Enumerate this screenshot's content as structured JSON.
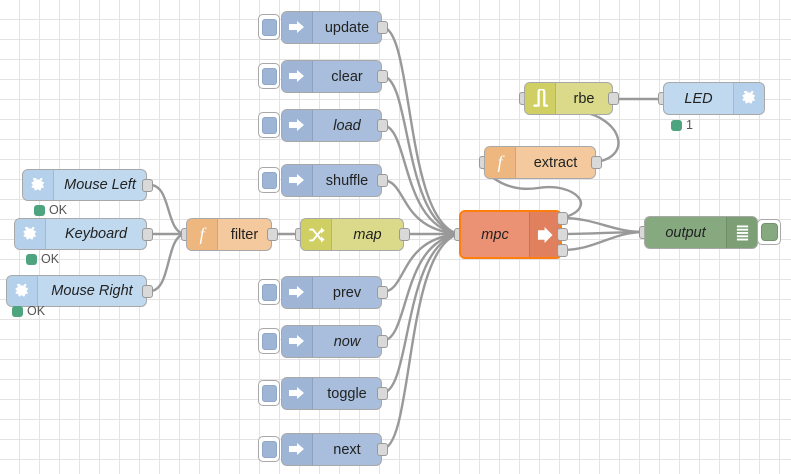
{
  "app": {
    "name": "node-red-flow-editor",
    "canvas_background": "#ffffff",
    "grid_color": "#e3e3e3",
    "grid_size": 20,
    "wire_color": "#999999"
  },
  "palette": {
    "inject_color": "#a9bedc",
    "rpi_color": "#c0d9ef",
    "function_color": "#f3c99d",
    "change_color": "#dada8a",
    "rbe_color": "#dada8a",
    "mpc_color": "#ea9273",
    "mpc_selected_border": "#ff7f0e",
    "debug_color": "#87a980",
    "status_ok_color": "#4ea47e"
  },
  "nodes": {
    "inject": [
      {
        "id": "update",
        "label": "update",
        "italic": false,
        "icon": "inject-arrow-icon"
      },
      {
        "id": "clear",
        "label": "clear",
        "italic": false,
        "icon": "inject-arrow-icon"
      },
      {
        "id": "load",
        "label": "load",
        "italic": true,
        "icon": "inject-arrow-icon"
      },
      {
        "id": "shuffle",
        "label": "shuffle",
        "italic": false,
        "icon": "inject-arrow-icon"
      },
      {
        "id": "prev",
        "label": "prev",
        "italic": false,
        "icon": "inject-arrow-icon"
      },
      {
        "id": "now",
        "label": "now",
        "italic": true,
        "icon": "inject-arrow-icon"
      },
      {
        "id": "toggle",
        "label": "toggle",
        "italic": false,
        "icon": "inject-arrow-icon"
      },
      {
        "id": "next",
        "label": "next",
        "italic": false,
        "icon": "inject-arrow-icon"
      }
    ],
    "rpi_inputs": [
      {
        "id": "mouse-left",
        "label": "Mouse Left",
        "italic": true,
        "icon": "raspberry-pi-icon",
        "status": "OK"
      },
      {
        "id": "keyboard",
        "label": "Keyboard",
        "italic": true,
        "icon": "raspberry-pi-icon",
        "status": "OK"
      },
      {
        "id": "mouse-right",
        "label": "Mouse Right",
        "italic": true,
        "icon": "raspberry-pi-icon",
        "status": "OK"
      }
    ],
    "filter": {
      "label": "filter",
      "italic": false,
      "icon": "function-f-icon"
    },
    "map": {
      "label": "map",
      "italic": true,
      "icon": "shuffle-arrows-icon"
    },
    "extract": {
      "label": "extract",
      "italic": false,
      "icon": "function-f-icon"
    },
    "rbe": {
      "label": "rbe",
      "italic": false,
      "icon": "step-pulse-icon"
    },
    "mpc": {
      "label": "mpc",
      "italic": true,
      "icon": "play-arrow-icon",
      "selected": true,
      "outputs": 3
    },
    "led": {
      "label": "LED",
      "italic": true,
      "icon": "raspberry-pi-icon",
      "status": "1"
    },
    "output": {
      "label": "output",
      "italic": true,
      "icon": "debug-lines-icon"
    }
  }
}
